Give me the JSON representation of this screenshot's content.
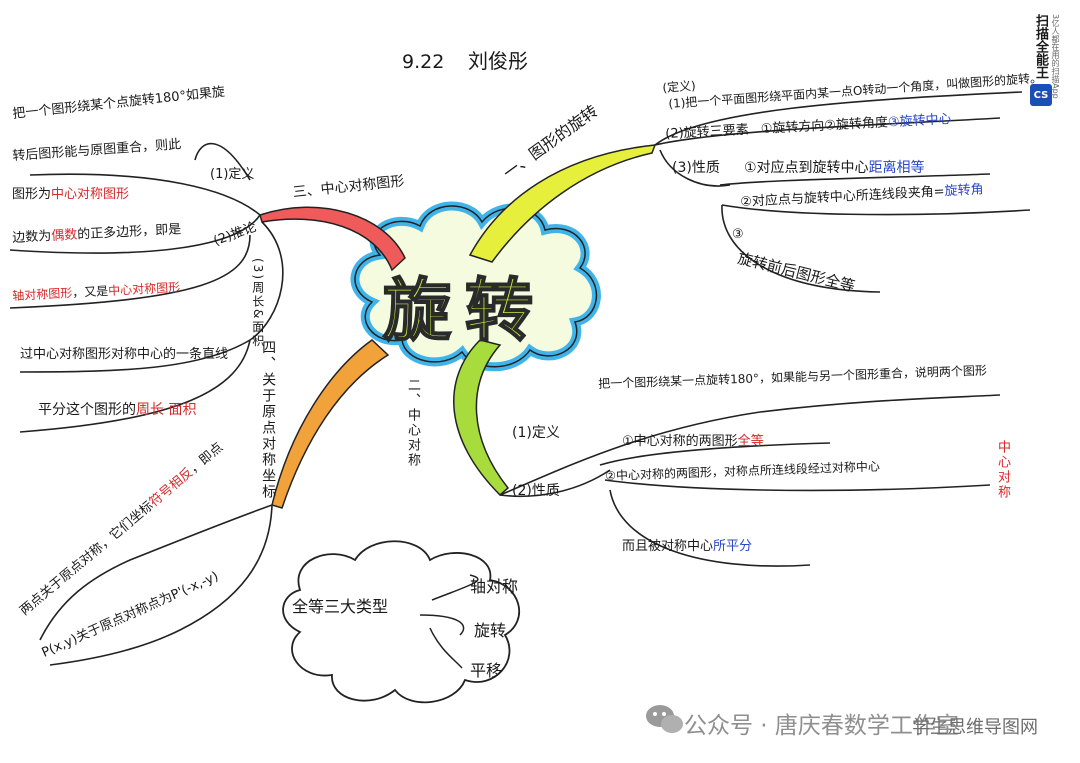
{
  "header": {
    "date": "9.22",
    "author": "刘俊彤"
  },
  "center": {
    "title": "旋转"
  },
  "branches": {
    "rotation": {
      "label": "一、图形的旋转",
      "def_tag": "(定义)",
      "def_text": "(1)把一个平面图形绕平面内某一点O转动一个角度，叫做图形的旋转。",
      "elements_prefix": "(2)旋转三要素",
      "elements_plain": "①旋转方向②旋转角度",
      "elements_blue": "③旋转中心",
      "props_label": "(3)性质",
      "prop1_plain": "①对应点到旋转中心",
      "prop1_blue": "距离相等",
      "prop2_plain": "②对应点与旋转中心所连线段夹角=",
      "prop2_blue": "旋转角",
      "prop3_num": "③",
      "prop3_text": "旋转前后图形全等"
    },
    "central_symmetry": {
      "label": "二、中心对称",
      "def_label": "(1)定义",
      "def_text": "把一个图形绕某一点旋转180°，如果能与另一个图形重合，说明两个图形",
      "def_red": "中心对称",
      "props_label": "(2)性质",
      "prop1_plain": "①中心对称的两图形",
      "prop1_red": "全等",
      "prop2_line1": "②中心对称的两图形，对称点所连线段经过对称中心",
      "prop2_line2_plain": "而且被对称中心",
      "prop2_line2_blue": "所平分"
    },
    "central_figure": {
      "label": "三、中心对称图形",
      "def_label": "(1)定义",
      "def_line1": "把一个图形绕某个点旋转180°如果旋",
      "def_line2": "转后图形能与原图重合，则此",
      "def_line3_plain": "图形为",
      "def_line3_red": "中心对称图形",
      "infer_label": "(2)推论",
      "infer_line1_a": "边数为",
      "infer_line1_red": "偶数",
      "infer_line1_b": "的正多边形，即是",
      "infer_line2_red": "轴对称图形",
      "infer_line2_b": "，又是",
      "infer_line2_red2": "中心对称图形",
      "perim_label": "(3)周长&面积",
      "perim_line1": "过中心对称图形对称中心的一条直线",
      "perim_line2_plain": "平分这个图形的",
      "perim_line2_red": "周长 面积"
    },
    "origin_symmetry": {
      "label": "四、关于原点对称坐标",
      "line1_a": "两点关于原点对称，它们坐标",
      "line1_red": "符号相反",
      "line1_b": "，即点",
      "line2": "P(x,y)关于原点对称点为P'(-x,-y)"
    }
  },
  "cloud": {
    "label": "全等三大类型",
    "items": [
      "轴对称",
      "旋转",
      "平移"
    ]
  },
  "watermark": {
    "text": "公众号 · 唐庆春数学工作室",
    "overlay": "学生思维导图网",
    "app_name": "扫描全能王",
    "app_logo": "CS",
    "app_sub": "3亿人都在用的扫描App"
  },
  "colors": {
    "branch_yellow": "#e6ef3c",
    "branch_green": "#a8dc3c",
    "branch_red": "#ef5a5a",
    "branch_orange": "#f2a23a",
    "center_cloud_blue": "#3fb4ea",
    "center_text": "#c8ef3f",
    "accent_red": "#d42a2a",
    "accent_blue": "#2a47c4"
  }
}
